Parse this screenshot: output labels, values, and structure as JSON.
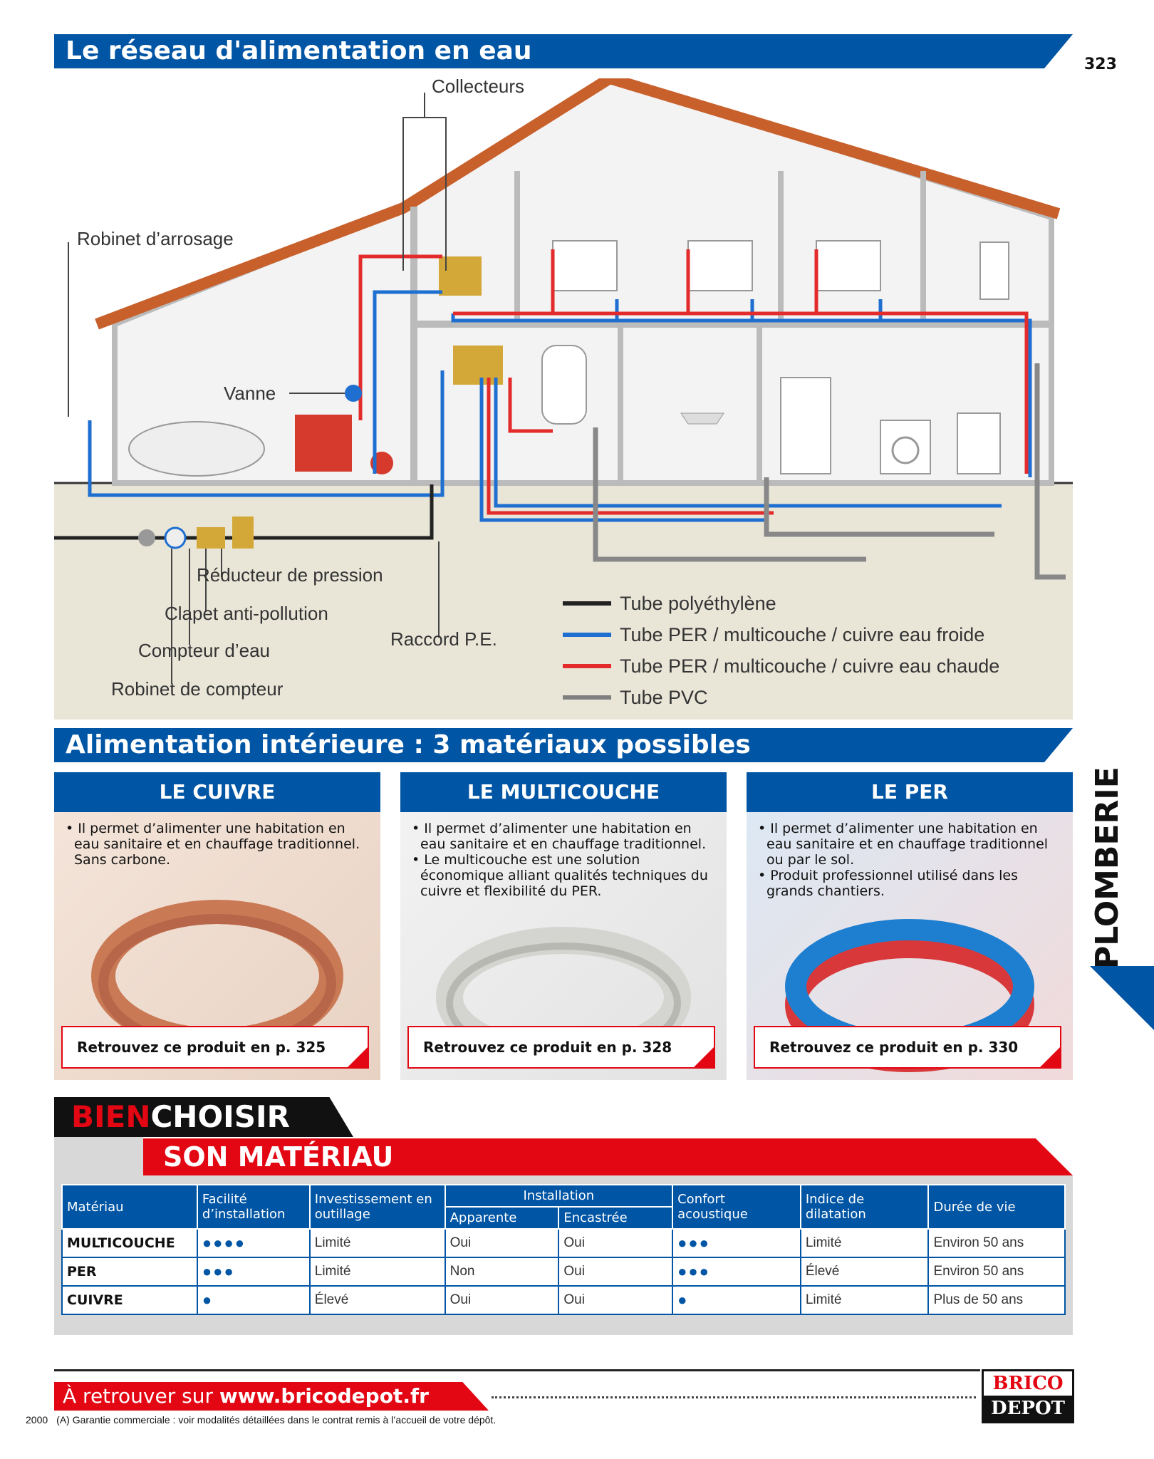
{
  "header": {
    "title": "Le réseau d'alimentation en eau",
    "page_number": "323"
  },
  "diagram": {
    "labels": {
      "collecteurs": "Collecteurs",
      "robinet_arrosage": "Robinet d’arrosage",
      "vanne": "Vanne",
      "reducteur": "Réducteur de pression",
      "clapet": "Clapet anti-pollution",
      "compteur": "Compteur d’eau",
      "robinet_compteur": "Robinet de compteur",
      "raccord": "Raccord P.E."
    },
    "legend": [
      {
        "label": "Tube polyéthylène",
        "color": "#222222"
      },
      {
        "label": "Tube PER / multicouche / cuivre eau froide",
        "color": "#1f6fd1"
      },
      {
        "label": "Tube PER / multicouche / cuivre eau chaude",
        "color": "#e32b2b"
      },
      {
        "label": "Tube PVC",
        "color": "#808080"
      }
    ]
  },
  "section2": {
    "title": "Alimentation intérieure : 3 matériaux possibles"
  },
  "side_tab": "PLOMBERIE",
  "cards": [
    {
      "title": "LE CUIVRE",
      "bullets": [
        "Il permet d’alimenter une habitation en eau sanitaire et en chauffage traditionnel. Sans carbone."
      ],
      "ref": "Retrouvez ce produit en p. 325"
    },
    {
      "title": "LE MULTICOUCHE",
      "bullets": [
        "Il permet d’alimenter une habitation en eau sanitaire et en chauffage traditionnel.",
        "Le multicouche est une solution économique alliant qualités techniques du cuivre et flexibilité du PER."
      ],
      "ref": "Retrouvez ce produit en p. 328"
    },
    {
      "title": "LE PER",
      "bullets": [
        "Il permet d’alimenter une habitation en eau sanitaire et en chauffage traditionnel ou par le sol.",
        "Produit professionnel utilisé dans les grands chantiers."
      ],
      "ref": "Retrouvez ce produit en p. 330"
    }
  ],
  "bien_choisir": {
    "part1": "BIEN",
    "part2": "CHOISIR",
    "subtitle": "SON MATÉRIAU"
  },
  "table": {
    "headers": {
      "materiau": "Matériau",
      "facilite": "Facilité d’installation",
      "investissement": "Investissement en outillage",
      "installation": "Installation",
      "apparente": "Apparente",
      "encastree": "Encastrée",
      "confort": "Confort acoustique",
      "indice": "Indice de dilatation",
      "duree": "Durée de vie"
    },
    "rows": [
      {
        "materiau": "MULTICOUCHE",
        "facilite": "●●●●",
        "investissement": "Limité",
        "apparente": "Oui",
        "encastree": "Oui",
        "confort": "●●●",
        "indice": "Limité",
        "duree": "Environ 50 ans"
      },
      {
        "materiau": "PER",
        "facilite": "●●●",
        "investissement": "Limité",
        "apparente": "Non",
        "encastree": "Oui",
        "confort": "●●●",
        "indice": "Élevé",
        "duree": "Environ 50 ans"
      },
      {
        "materiau": "CUIVRE",
        "facilite": "●",
        "investissement": "Élevé",
        "apparente": "Oui",
        "encastree": "Oui",
        "confort": "●",
        "indice": "Limité",
        "duree": "Plus de 50 ans"
      }
    ]
  },
  "footer": {
    "tag_prefix": "À retrouver sur ",
    "tag_url": "www.bricodepot.fr",
    "year": "2000",
    "note": "(A) Garantie commerciale : voir modalités détaillées dans le contrat remis à l’accueil de votre dépôt.",
    "logo_top": "BRICO",
    "logo_bottom": "DEPOT"
  }
}
